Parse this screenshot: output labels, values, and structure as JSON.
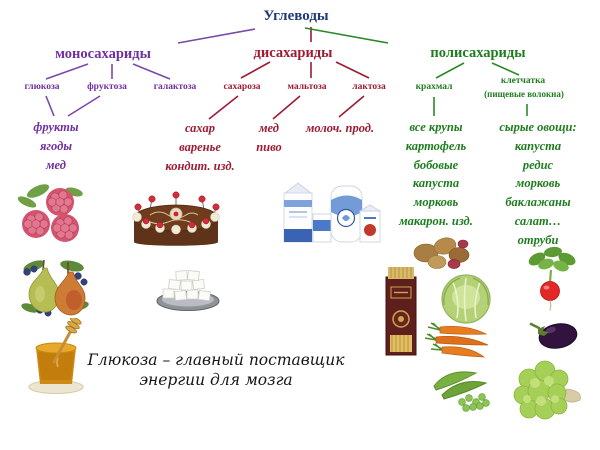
{
  "diagram": {
    "title": "Углеводы",
    "colors": {
      "title": "#1f3b78",
      "monosaccharides": "#7030a0",
      "disaccharides": "#9e1b32",
      "polysaccharides": "#1f7d1f"
    },
    "branches": [
      {
        "label": "моносахариды",
        "color": "#7030a0",
        "children": [
          {
            "label": "глюкоза"
          },
          {
            "label": "фруктоза"
          },
          {
            "label": "галактоза"
          }
        ]
      },
      {
        "label": "дисахариды",
        "color": "#9e1b32",
        "children": [
          {
            "label": "сахароза"
          },
          {
            "label": "мальтоза"
          },
          {
            "label": "лактоза"
          }
        ]
      },
      {
        "label": "полисахариды",
        "color": "#1f7d1f",
        "children": [
          {
            "label": "крахмал"
          },
          {
            "label": "клетчатка",
            "sublabel": "(пищевые волокна)"
          }
        ]
      }
    ]
  },
  "lists": [
    {
      "name": "glucose-fructose-sources",
      "color": "#7030a0",
      "items": [
        "фрукты",
        "ягоды",
        "мед"
      ]
    },
    {
      "name": "sucrose-sources",
      "color": "#9e1b32",
      "items": [
        "сахар",
        "варенье",
        "кондит. изд."
      ]
    },
    {
      "name": "maltose-sources",
      "color": "#9e1b32",
      "items": [
        "мед",
        "пиво"
      ]
    },
    {
      "name": "lactose-sources",
      "color": "#9e1b32",
      "items": [
        "молоч. прод."
      ]
    },
    {
      "name": "starch-sources",
      "color": "#1f7d1f",
      "items": [
        "все крупы",
        "картофель",
        "бобовые",
        "капуста",
        "морковь",
        "макарон. изд."
      ]
    },
    {
      "name": "fiber-sources",
      "color": "#1f7d1f",
      "items": [
        "сырые овощи:",
        "капуста",
        "редис",
        "морковь",
        "баклажаны",
        "салат…",
        "отруби"
      ]
    }
  ],
  "caption": {
    "line1": "Глюкоза – главный поставщик",
    "line2": "энергии для мозга"
  },
  "illustrations": [
    "raspberries",
    "pears-and-blueberries",
    "honey-jar",
    "chocolate-cake",
    "sugar-cubes",
    "milk-products",
    "potatoes",
    "spaghetti-pack",
    "cabbage",
    "carrots",
    "green-peas",
    "radish",
    "eggplant",
    "lettuce"
  ]
}
